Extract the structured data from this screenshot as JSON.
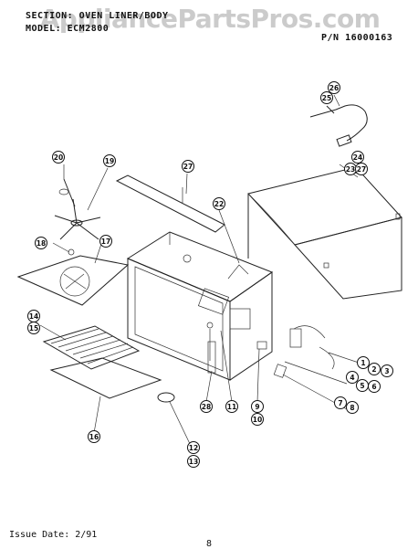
{
  "header": {
    "section_line": "SECTION: OVEN LINER/BODY",
    "model_line": "MODEL: ECM2800",
    "part_number": "P/N 16000163"
  },
  "watermark": "AppliancePartsPros.com",
  "footer": {
    "issue_date": "Issue Date: 2/91",
    "page_number": "8"
  },
  "callouts": [
    "26",
    "25",
    "20",
    "19",
    "27",
    "22",
    "24",
    "23",
    "27",
    "18",
    "17",
    "14",
    "15",
    "1",
    "2",
    "3",
    "4",
    "5",
    "6",
    "7",
    "8",
    "9",
    "10",
    "11",
    "28",
    "12",
    "13",
    "16"
  ]
}
